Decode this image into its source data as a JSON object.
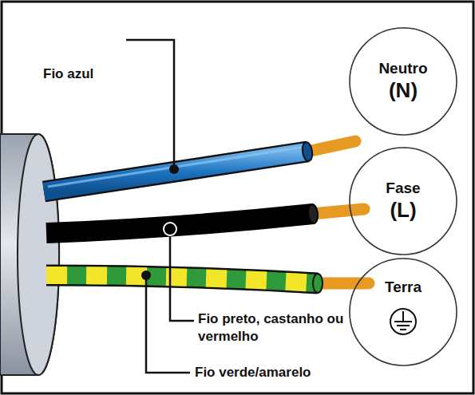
{
  "diagram": {
    "nodes": [
      {
        "text": [
          "Neutro",
          "(N)"
        ]
      },
      {
        "text": [
          "Fase",
          "(L)"
        ]
      },
      {
        "text": [
          "Terra"
        ]
      }
    ],
    "labels": [
      "Fio azul",
      "Fio preto, castanho ou vermelho",
      "Fio verde/amarelo"
    ]
  }
}
